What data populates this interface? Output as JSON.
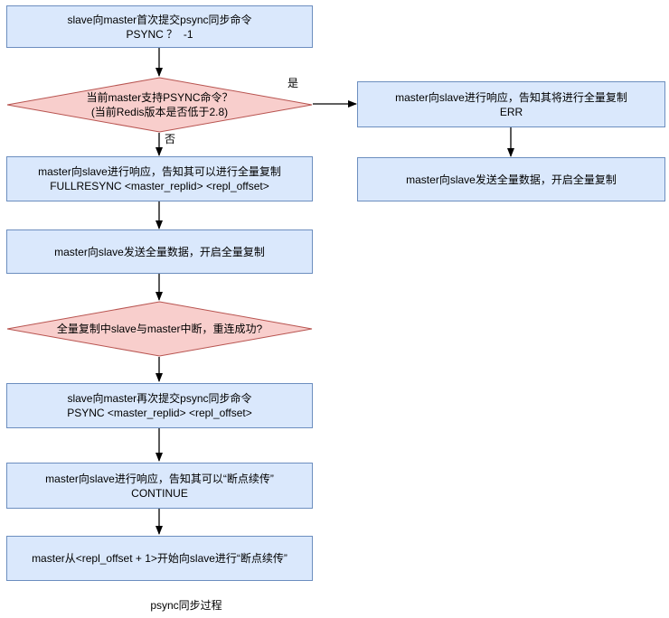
{
  "colors": {
    "process_fill": "#dae8fc",
    "process_border": "#6c8ebf",
    "decision_fill": "#f8cecc",
    "decision_border": "#b85450",
    "arrow": "#000000",
    "text": "#000000",
    "background": "#ffffff"
  },
  "caption": "psync同步过程",
  "labels": {
    "yes": "是",
    "no": "否"
  },
  "nodes": {
    "start": {
      "line1": "slave向master首次提交psync同步命令",
      "line2": "PSYNC ？  -1"
    },
    "decision_psync_support": {
      "line1": "当前master支持PSYNC命令？",
      "line2": "(当前Redis版本是否低于2.8)"
    },
    "yes_response": {
      "line1": "master向slave进行响应，告知其将进行全量复制",
      "line2": "ERR"
    },
    "yes_send_full": {
      "line1": "master向slave发送全量数据，开启全量复制"
    },
    "no_response_fullresync": {
      "line1": "master向slave进行响应，告知其可以进行全量复制",
      "line2": "FULLRESYNC <master_replid> <repl_offset>"
    },
    "send_full": {
      "line1": "master向slave发送全量数据，开启全量复制"
    },
    "decision_reconnect": {
      "line1": "全量复制中slave与master中断，重连成功?"
    },
    "psync_again": {
      "line1": "slave向master再次提交psync同步命令",
      "line2": "PSYNC <master_replid> <repl_offset>"
    },
    "continue_response": {
      "line1": "master向slave进行响应，告知其可以“断点续传”",
      "line2": "CONTINUE"
    },
    "resume_transfer": {
      "line1": "master从<repl_offset + 1>开始向slave进行“断点续传”"
    }
  }
}
